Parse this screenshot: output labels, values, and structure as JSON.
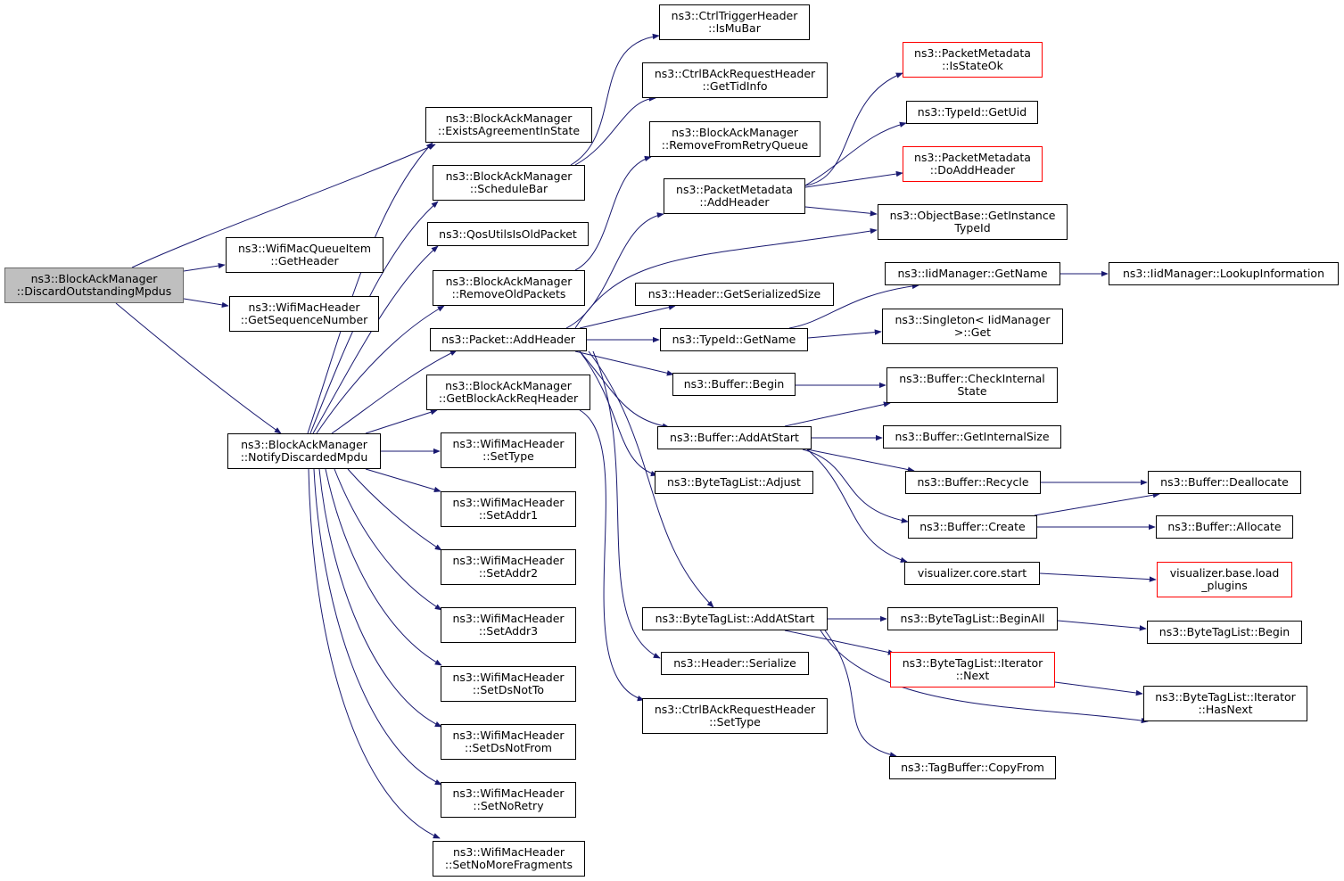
{
  "colors": {
    "edge": "#191970",
    "root_fill": "#bfbfbf",
    "root_border": "#666666",
    "node_border": "#000000",
    "truncated_border": "#ff0000"
  },
  "nodes": [
    {
      "id": "discard",
      "lines": [
        "ns3::BlockAckManager",
        "::DiscardOutstandingMpdus"
      ],
      "style": "root"
    },
    {
      "id": "exists",
      "lines": [
        "ns3::BlockAckManager",
        "::ExistsAgreementInState"
      ]
    },
    {
      "id": "getheader",
      "lines": [
        "ns3::WifiMacQueueItem",
        "::GetHeader"
      ]
    },
    {
      "id": "getseq",
      "lines": [
        "ns3::WifiMacHeader",
        "::GetSequenceNumber"
      ]
    },
    {
      "id": "notify",
      "lines": [
        "ns3::BlockAckManager",
        "::NotifyDiscardedMpdu"
      ]
    },
    {
      "id": "schedulebar",
      "lines": [
        "ns3::BlockAckManager",
        "::ScheduleBar"
      ]
    },
    {
      "id": "qosold",
      "lines": [
        "ns3::QosUtilsIsOldPacket"
      ]
    },
    {
      "id": "removeold",
      "lines": [
        "ns3::BlockAckManager",
        "::RemoveOldPackets"
      ]
    },
    {
      "id": "pktaddheader",
      "lines": [
        "ns3::Packet::AddHeader"
      ]
    },
    {
      "id": "getbar",
      "lines": [
        "ns3::BlockAckManager",
        "::GetBlockAckReqHeader"
      ]
    },
    {
      "id": "settype",
      "lines": [
        "ns3::WifiMacHeader",
        "::SetType"
      ]
    },
    {
      "id": "setaddr1",
      "lines": [
        "ns3::WifiMacHeader",
        "::SetAddr1"
      ]
    },
    {
      "id": "setaddr2",
      "lines": [
        "ns3::WifiMacHeader",
        "::SetAddr2"
      ]
    },
    {
      "id": "setaddr3",
      "lines": [
        "ns3::WifiMacHeader",
        "::SetAddr3"
      ]
    },
    {
      "id": "setdsnotto",
      "lines": [
        "ns3::WifiMacHeader",
        "::SetDsNotTo"
      ]
    },
    {
      "id": "setdsnotfrom",
      "lines": [
        "ns3::WifiMacHeader",
        "::SetDsNotFrom"
      ]
    },
    {
      "id": "setnoretry",
      "lines": [
        "ns3::WifiMacHeader",
        "::SetNoRetry"
      ]
    },
    {
      "id": "setnomorefrag",
      "lines": [
        "ns3::WifiMacHeader",
        "::SetNoMoreFragments"
      ]
    },
    {
      "id": "ismubar",
      "lines": [
        "ns3::CtrlTriggerHeader",
        "::IsMuBar"
      ]
    },
    {
      "id": "gettidinfo",
      "lines": [
        "ns3::CtrlBAckRequestHeader",
        "::GetTidInfo"
      ]
    },
    {
      "id": "removeretry",
      "lines": [
        "ns3::BlockAckManager",
        "::RemoveFromRetryQueue"
      ]
    },
    {
      "id": "pmaddheader",
      "lines": [
        "ns3::PacketMetadata",
        "::AddHeader"
      ]
    },
    {
      "id": "getsersize",
      "lines": [
        "ns3::Header::GetSerializedSize"
      ]
    },
    {
      "id": "typeidgetname",
      "lines": [
        "ns3::TypeId::GetName"
      ]
    },
    {
      "id": "bufbegin",
      "lines": [
        "ns3::Buffer::Begin"
      ]
    },
    {
      "id": "bufaddatstart",
      "lines": [
        "ns3::Buffer::AddAtStart"
      ]
    },
    {
      "id": "btladjust",
      "lines": [
        "ns3::ByteTagList::Adjust"
      ]
    },
    {
      "id": "btladdatstart",
      "lines": [
        "ns3::ByteTagList::AddAtStart"
      ]
    },
    {
      "id": "hdrserialize",
      "lines": [
        "ns3::Header::Serialize"
      ]
    },
    {
      "id": "cbarsettype",
      "lines": [
        "ns3::CtrlBAckRequestHeader",
        "::SetType"
      ]
    },
    {
      "id": "isstateok",
      "lines": [
        "ns3::PacketMetadata",
        "::IsStateOk"
      ],
      "style": "red"
    },
    {
      "id": "getuid",
      "lines": [
        "ns3::TypeId::GetUid"
      ]
    },
    {
      "id": "doaddheader",
      "lines": [
        "ns3::PacketMetadata",
        "::DoAddHeader"
      ],
      "style": "red"
    },
    {
      "id": "getinsttypeid",
      "lines": [
        "ns3::ObjectBase::GetInstance",
        "TypeId"
      ]
    },
    {
      "id": "iidgetname",
      "lines": [
        "ns3::IidManager::GetName"
      ]
    },
    {
      "id": "singletonget",
      "lines": [
        "ns3::Singleton< IidManager",
        " >::Get"
      ]
    },
    {
      "id": "checkinternal",
      "lines": [
        "ns3::Buffer::CheckInternal",
        "State"
      ]
    },
    {
      "id": "getinternalsize",
      "lines": [
        "ns3::Buffer::GetInternalSize"
      ]
    },
    {
      "id": "bufrecycle",
      "lines": [
        "ns3::Buffer::Recycle"
      ]
    },
    {
      "id": "bufcreate",
      "lines": [
        "ns3::Buffer::Create"
      ]
    },
    {
      "id": "vizstart",
      "lines": [
        "visualizer.core.start"
      ]
    },
    {
      "id": "beginall",
      "lines": [
        "ns3::ByteTagList::BeginAll"
      ]
    },
    {
      "id": "iternext",
      "lines": [
        "ns3::ByteTagList::Iterator",
        "::Next"
      ],
      "style": "red"
    },
    {
      "id": "copyfrom",
      "lines": [
        "ns3::TagBuffer::CopyFrom"
      ]
    },
    {
      "id": "lookupinfo",
      "lines": [
        "ns3::IidManager::LookupInformation"
      ]
    },
    {
      "id": "dealloc",
      "lines": [
        "ns3::Buffer::Deallocate"
      ]
    },
    {
      "id": "alloc",
      "lines": [
        "ns3::Buffer::Allocate"
      ]
    },
    {
      "id": "loadplugins",
      "lines": [
        "visualizer.base.load",
        "_plugins"
      ],
      "style": "red"
    },
    {
      "id": "btlbegin",
      "lines": [
        "ns3::ByteTagList::Begin"
      ]
    },
    {
      "id": "hasnext",
      "lines": [
        "ns3::ByteTagList::Iterator",
        "::HasNext"
      ]
    }
  ]
}
